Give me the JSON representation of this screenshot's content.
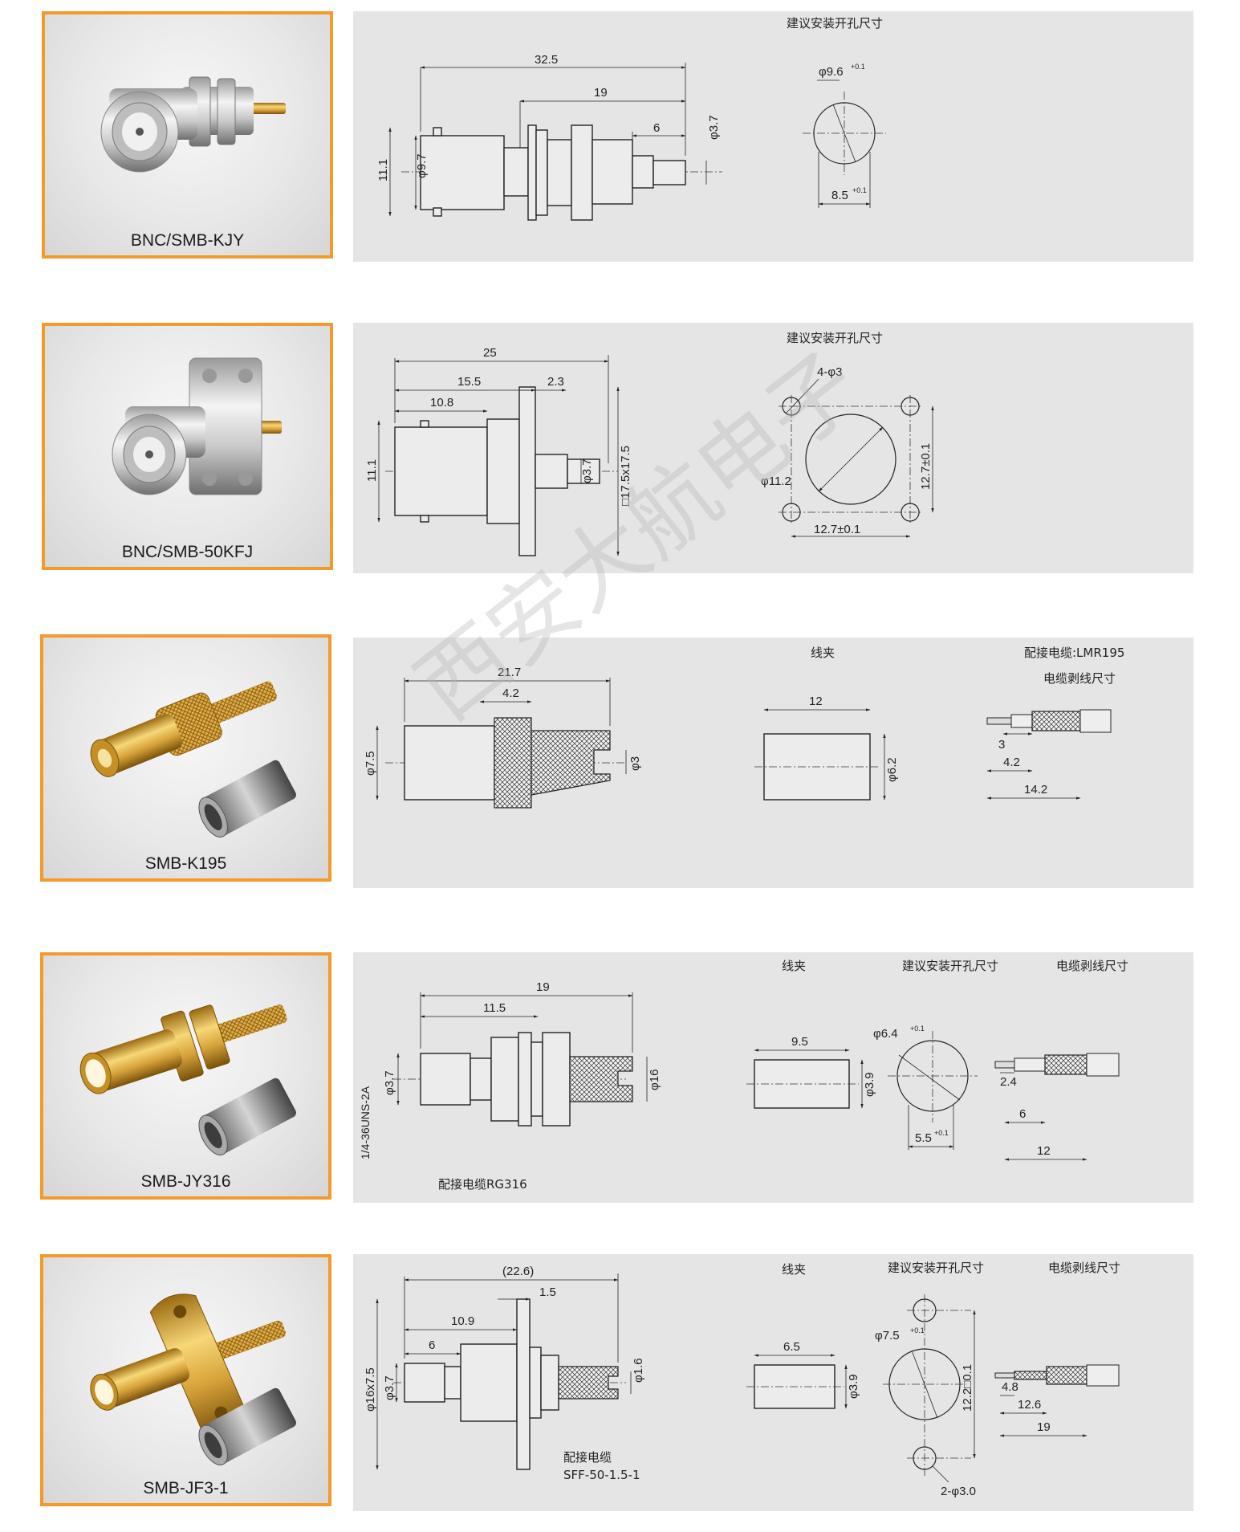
{
  "watermark": "西安大航电子",
  "products": [
    {
      "caption": "BNC/SMB-KJY",
      "metal": "silver",
      "labels": {
        "mount": "建议安装开孔尺寸"
      },
      "dims": {
        "len_total": "32.5",
        "len_mid": "19",
        "len_rear": "6",
        "dia_pin": "φ3.7",
        "dia_body": "φ9.7",
        "height": "11.1",
        "hole_dia": "φ9.6",
        "hole_tol": "+0.1",
        "hole_flat": "8.5",
        "flat_tol": "+0.1"
      }
    },
    {
      "caption": "BNC/SMB-50KFJ",
      "metal": "silver",
      "labels": {
        "mount": "建议安装开孔尺寸"
      },
      "dims": {
        "len_total": "25",
        "len_a": "15.5",
        "len_b": "10.8",
        "len_c": "2.3",
        "height": "11.1",
        "dia_pin": "φ3.7",
        "flange": "□17.5x17.5",
        "holes": "4-φ3",
        "center_dia": "φ11.2",
        "pitch_v": "12.7±0.1",
        "pitch_h": "12.7±0.1"
      }
    },
    {
      "caption": "SMB-K195",
      "metal": "gold",
      "labels": {
        "clamp": "线夹",
        "cable": "配接电缆:LMR195",
        "strip": "电缆剥线尺寸"
      },
      "dims": {
        "len_total": "21.7",
        "len_a": "4.2",
        "dia_body": "φ7.5",
        "dia_tail": "φ3",
        "clamp_len": "12",
        "clamp_dia": "φ6.2",
        "strip_a": "3",
        "strip_b": "4.2",
        "strip_c": "14.2"
      }
    },
    {
      "caption": "SMB-JY316",
      "metal": "gold",
      "labels": {
        "clamp": "线夹",
        "mount": "建议安装开孔尺寸",
        "strip": "电缆剥线尺寸",
        "cable": "配接电缆RG316"
      },
      "dims": {
        "len_total": "19",
        "len_a": "11.5",
        "thread": "1/4-36UNS-2A",
        "dia_pin": "φ3.7",
        "dia_tail": "φ16",
        "clamp_len": "9.5",
        "clamp_dia": "φ3.9",
        "hole_dia": "φ6.4",
        "hole_tol": "+0.1",
        "hole_flat": "5.5",
        "flat_tol": "+0.1",
        "strip_a": "2.4",
        "strip_b": "6",
        "strip_c": "12"
      }
    },
    {
      "caption": "SMB-JF3-1",
      "metal": "gold",
      "labels": {
        "clamp": "线夹",
        "mount": "建议安装开孔尺寸",
        "strip": "电缆剥线尺寸",
        "cable": "配接电缆",
        "cable_model": "SFF-50-1.5-1"
      },
      "dims": {
        "len_total": "(22.6)",
        "len_flange": "1.5",
        "len_a": "10.9",
        "len_b": "6",
        "flange": "φ16x7.5",
        "dia_pin": "φ3.7",
        "dia_tail": "φ1.6",
        "clamp_len": "6.5",
        "clamp_dia": "φ3.9",
        "hole_dia": "φ7.5",
        "hole_tol": "+0.1",
        "pitch": "12.2□0.1",
        "holes": "2-φ3.0",
        "strip_a": "4.8",
        "strip_b": "12.6",
        "strip_c": "19"
      }
    }
  ]
}
